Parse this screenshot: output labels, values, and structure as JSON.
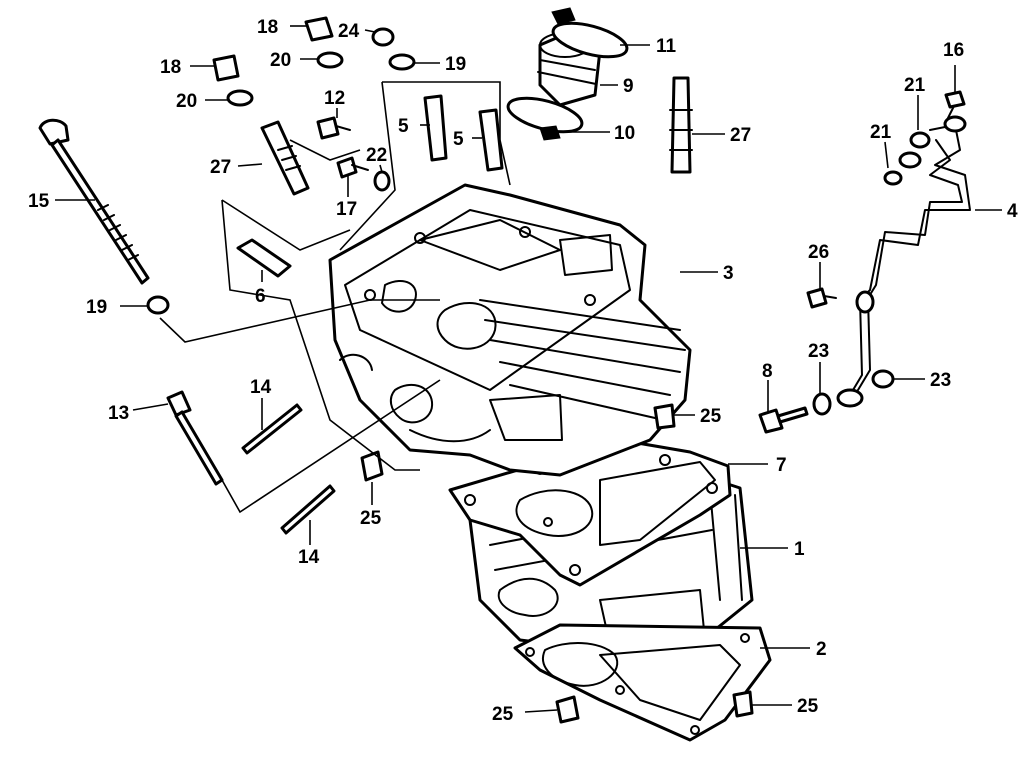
{
  "callouts": {
    "c1": "1",
    "c2": "2",
    "c3": "3",
    "c4": "4",
    "c5a": "5",
    "c5b": "5",
    "c6": "6",
    "c7": "7",
    "c8": "8",
    "c9": "9",
    "c10": "10",
    "c11": "11",
    "c12": "12",
    "c13": "13",
    "c14a": "14",
    "c14b": "14",
    "c15": "15",
    "c16": "16",
    "c17": "17",
    "c18a": "18",
    "c18b": "18",
    "c19a": "19",
    "c19b": "19",
    "c20a": "20",
    "c20b": "20",
    "c21a": "21",
    "c21b": "21",
    "c22": "22",
    "c23a": "23",
    "c23b": "23",
    "c24": "24",
    "c25a": "25",
    "c25b": "25",
    "c25c": "25",
    "c25d": "25",
    "c26": "26",
    "c27a": "27",
    "c27b": "27"
  },
  "colors": {
    "ink": "#000000",
    "paper": "#ffffff"
  }
}
